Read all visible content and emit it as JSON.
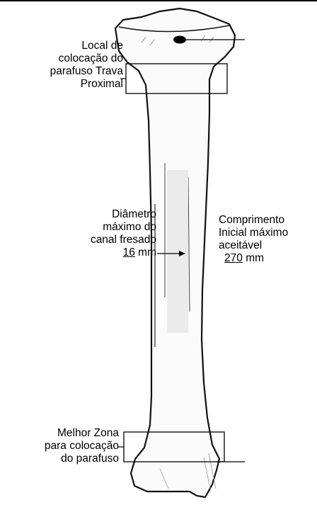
{
  "labels": {
    "proximal": [
      "Local de",
      "colocação do",
      "parafuso Trava",
      "Proximal"
    ],
    "diameter": [
      "Diâmetro",
      "máximo do",
      "canal fresado"
    ],
    "diameter_value": "16",
    "diameter_unit": "mm",
    "length": [
      "Comprimento",
      "Inicial máximo",
      "aceitável"
    ],
    "length_value": "270",
    "length_unit": "mm",
    "distal": [
      "Melhor Zona",
      "para colocação",
      "do parafuso"
    ]
  }
}
